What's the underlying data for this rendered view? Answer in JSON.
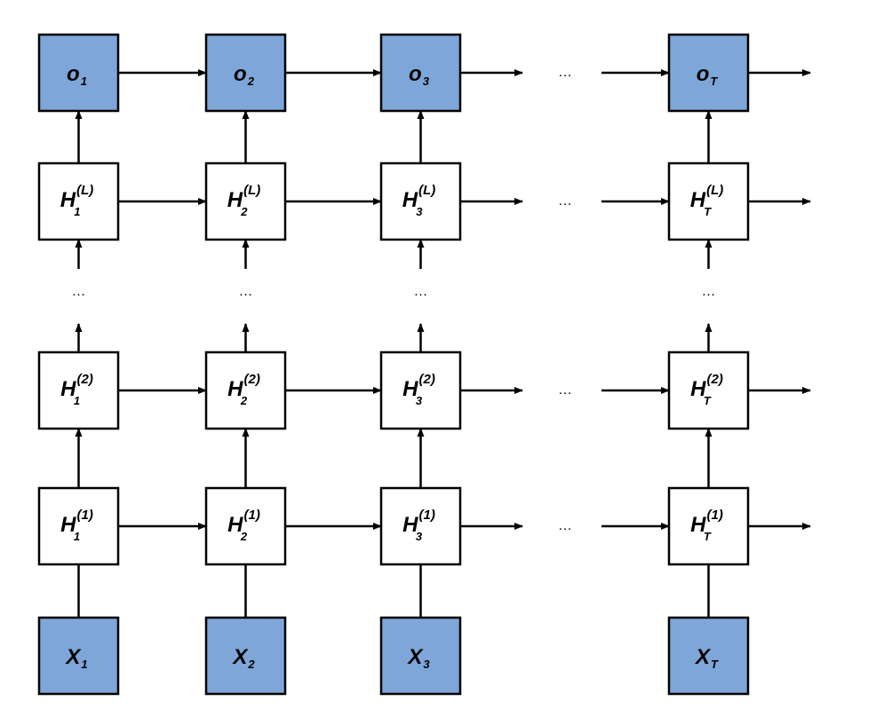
{
  "colors": {
    "io_fill": "#7ea6d8",
    "hidden_fill": "#ffffff",
    "stroke": "#000000"
  },
  "ellipsis": "…",
  "outputs": [
    {
      "main": "o",
      "sub": "1"
    },
    {
      "main": "o",
      "sub": "2"
    },
    {
      "main": "o",
      "sub": "3"
    },
    {
      "main": "o",
      "sub": "T"
    }
  ],
  "inputs": [
    {
      "main": "X",
      "sub": "1"
    },
    {
      "main": "X",
      "sub": "2"
    },
    {
      "main": "X",
      "sub": "3"
    },
    {
      "main": "X",
      "sub": "T"
    }
  ],
  "hidden_layers": [
    {
      "sup": "(L)",
      "cells": [
        {
          "main": "H",
          "sub": "1"
        },
        {
          "main": "H",
          "sub": "2"
        },
        {
          "main": "H",
          "sub": "3"
        },
        {
          "main": "H",
          "sub": "T"
        }
      ]
    },
    {
      "sup": "(2)",
      "cells": [
        {
          "main": "H",
          "sub": "1"
        },
        {
          "main": "H",
          "sub": "2"
        },
        {
          "main": "H",
          "sub": "3"
        },
        {
          "main": "H",
          "sub": "T"
        }
      ]
    },
    {
      "sup": "(1)",
      "cells": [
        {
          "main": "H",
          "sub": "1"
        },
        {
          "main": "H",
          "sub": "2"
        },
        {
          "main": "H",
          "sub": "3"
        },
        {
          "main": "H",
          "sub": "T"
        }
      ]
    }
  ]
}
